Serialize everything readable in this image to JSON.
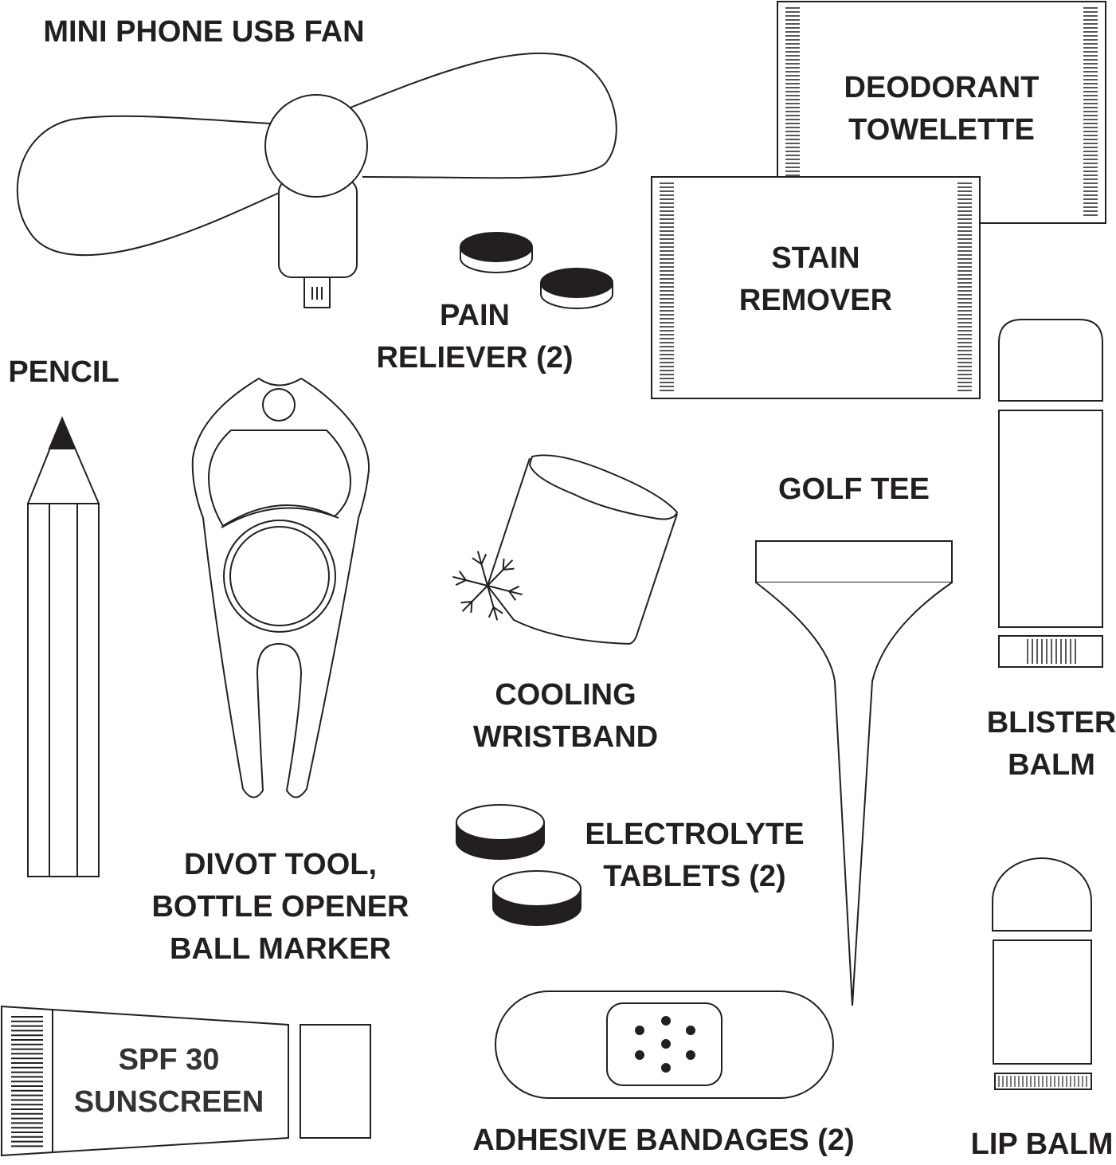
{
  "items": {
    "fan": {
      "lines": [
        "MINI PHONE USB FAN"
      ]
    },
    "deodorant": {
      "lines": [
        "DEODORANT",
        "TOWELETTE"
      ]
    },
    "stain": {
      "lines": [
        "STAIN",
        "REMOVER"
      ]
    },
    "pain": {
      "lines": [
        "PAIN",
        "RELIEVER (2)"
      ]
    },
    "pencil": {
      "lines": [
        "PENCIL"
      ]
    },
    "golf_tee": {
      "lines": [
        "GOLF TEE"
      ]
    },
    "wristband": {
      "lines": [
        "COOLING",
        "WRISTBAND"
      ]
    },
    "blister": {
      "lines": [
        "BLISTER",
        "BALM"
      ]
    },
    "electrolyte": {
      "lines": [
        "ELECTROLYTE",
        "TABLETS (2)"
      ]
    },
    "divot": {
      "lines": [
        "DIVOT TOOL,",
        "BOTTLE OPENER",
        "BALL MARKER"
      ]
    },
    "sunscreen": {
      "lines": [
        "SPF 30",
        "SUNSCREEN"
      ]
    },
    "bandages": {
      "lines": [
        "ADHESIVE BANDAGES (2)"
      ]
    },
    "lip_balm": {
      "lines": [
        "LIP BALM"
      ]
    }
  },
  "colors": {
    "ink": "#231f20",
    "background": "#ffffff"
  }
}
